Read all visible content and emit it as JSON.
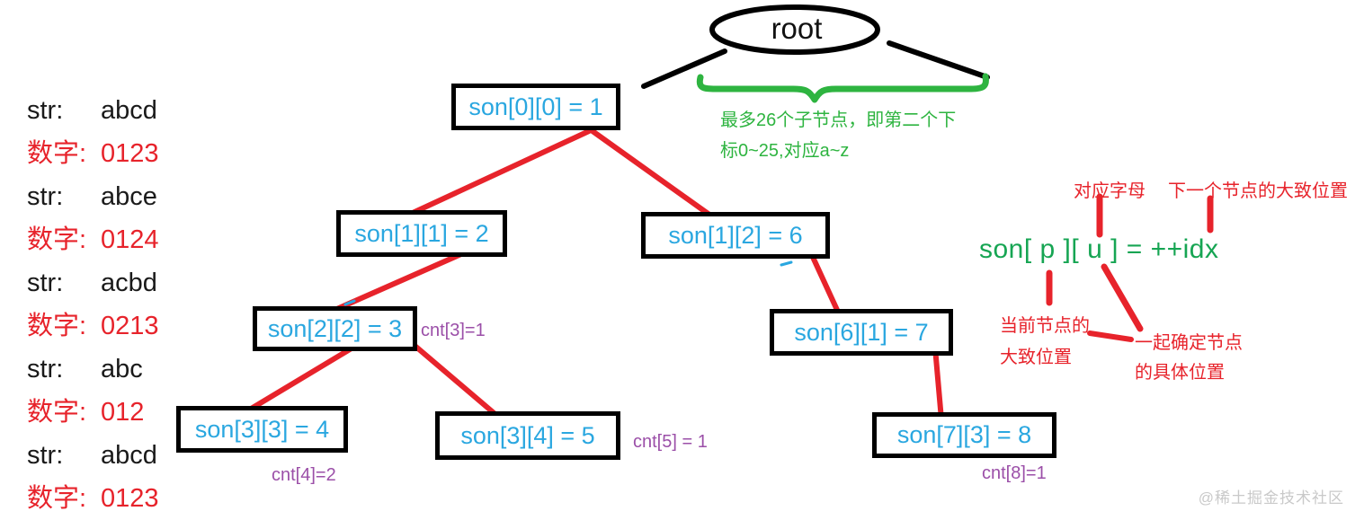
{
  "left_panel": {
    "rows": [
      {
        "label": "str:",
        "value": "abcd",
        "type": "str"
      },
      {
        "label": "数字:",
        "value": "0123",
        "type": "num"
      },
      {
        "label": "str:",
        "value": "abce",
        "type": "str"
      },
      {
        "label": "数字:",
        "value": "0124",
        "type": "num"
      },
      {
        "label": "str:",
        "value": "acbd",
        "type": "str"
      },
      {
        "label": "数字:",
        "value": "0213",
        "type": "num"
      },
      {
        "label": "str:",
        "value": "abc",
        "type": "str"
      },
      {
        "label": "数字:",
        "value": "012",
        "type": "num"
      },
      {
        "label": "str:",
        "value": "abcd",
        "type": "str"
      },
      {
        "label": "数字:",
        "value": "0123",
        "type": "num"
      }
    ]
  },
  "tree": {
    "root_label": "root",
    "nodes": [
      {
        "text": "son[0][0] = 1"
      },
      {
        "text": "son[1][1] = 2"
      },
      {
        "text": "son[1][2] = 6"
      },
      {
        "text": "son[2][2] = 3"
      },
      {
        "text": "son[3][3] = 4"
      },
      {
        "text": "son[3][4] = 5"
      },
      {
        "text": "son[6][1] = 7"
      },
      {
        "text": "son[7][3] = 8"
      }
    ],
    "cnt_labels": [
      {
        "text": "cnt[3]=1"
      },
      {
        "text": "cnt[5] = 1"
      },
      {
        "text": "cnt[4]=2"
      },
      {
        "text": "cnt[8]=1"
      }
    ]
  },
  "annotations": {
    "branch_note_line1": "最多26个子节点，即第二个下",
    "branch_note_line2": "标0~25,对应a~z",
    "formula": "son[ p ][ u ] = ++idx",
    "label_letter": "对应字母",
    "label_next_pos": "下一个节点的大致位置",
    "label_current_line1": "当前节点的",
    "label_current_line2": "大致位置",
    "label_together_line1": "一起确定节点",
    "label_together_line2": "的具体位置"
  },
  "watermark": "@稀土掘金技术社区",
  "colors": {
    "node_text_blue": "#2aa7e0",
    "line_red": "#e7232b",
    "note_green": "#2eb440",
    "formula_green": "#16a553",
    "cnt_purple": "#9b4fa8",
    "stroke_black": "#000000",
    "watermark_gray": "#c9c9c9"
  }
}
